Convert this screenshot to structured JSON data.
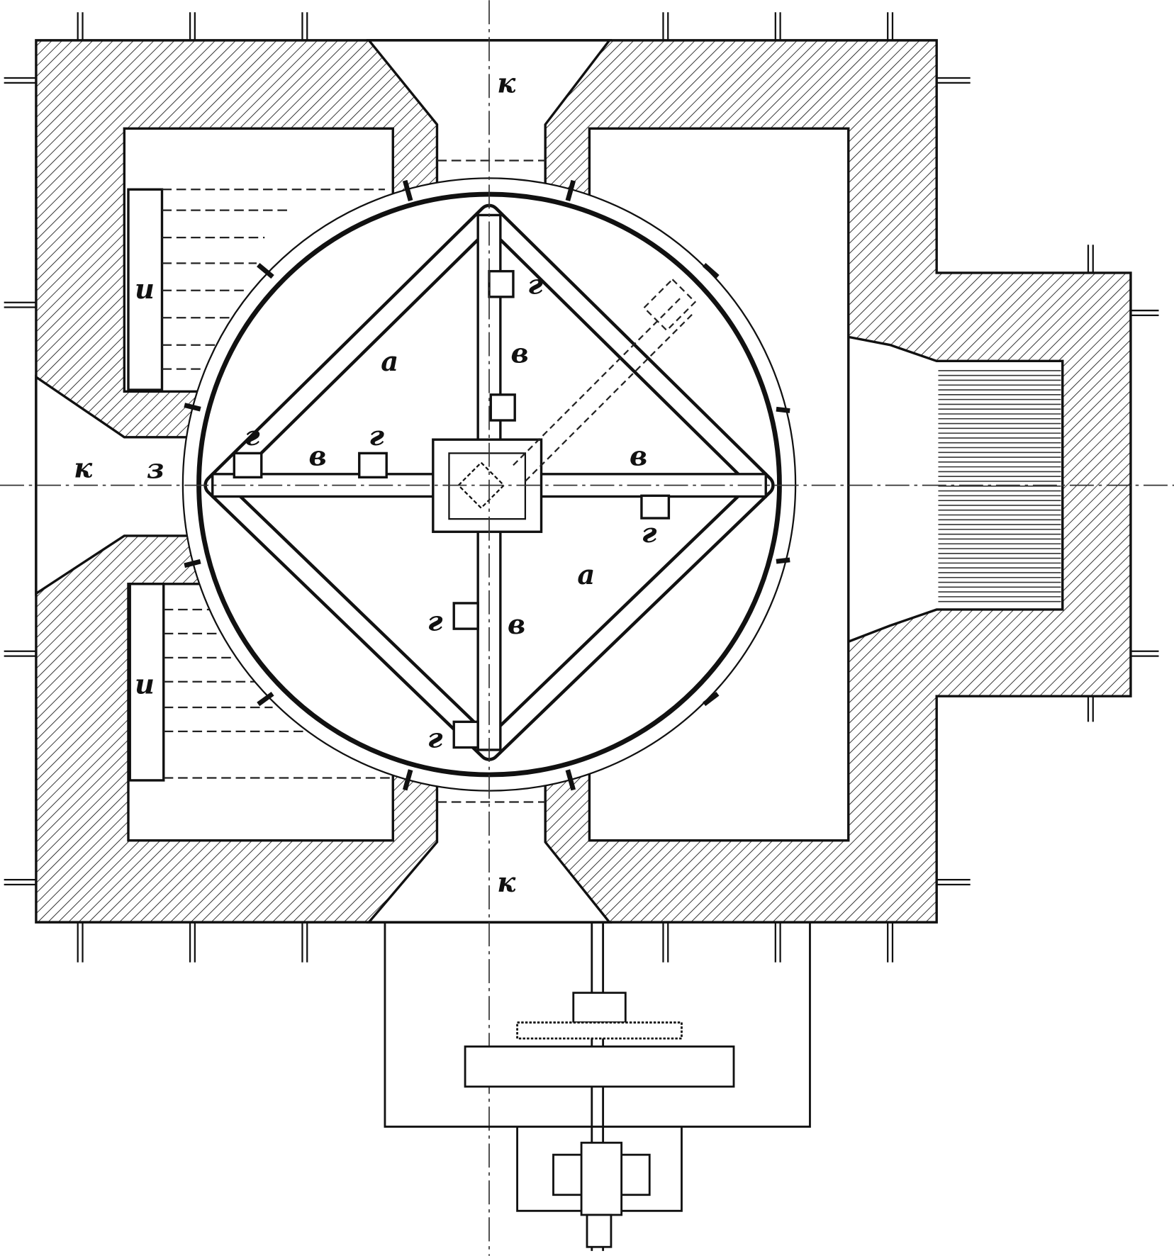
{
  "diagram": {
    "labels": {
      "k_top": "к",
      "k_left": "к",
      "k_bottom": "к",
      "i_upper": "и",
      "i_lower": "и",
      "a_upper": "а",
      "a_lower": "а",
      "v_upper": "в",
      "v_left": "в",
      "v_right": "в",
      "v_lower": "в",
      "g_top": "г",
      "g_left1": "г",
      "g_left2": "г",
      "g_right": "г",
      "g_lower": "г",
      "g_bottom": "г",
      "z_left": "з"
    },
    "colors": {
      "ink": "#111111",
      "paper": "#ffffff"
    }
  }
}
